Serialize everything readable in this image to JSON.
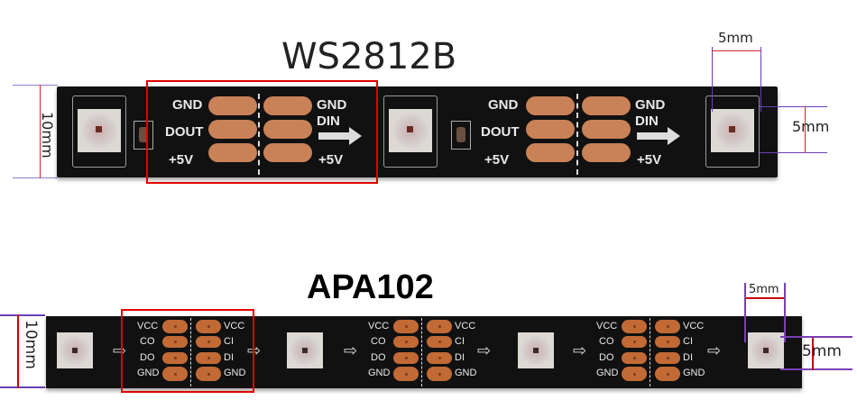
{
  "ws2812b": {
    "title": "WS2812B",
    "width_label": "10mm",
    "led_size_label_h": "5mm",
    "led_size_label_v": "5mm",
    "pads_left": [
      "GND",
      "DOUT",
      "+5V"
    ],
    "pads_right": [
      "GND",
      "DIN",
      "+5V"
    ],
    "highlight_color": "#e00000"
  },
  "apa102": {
    "title": "APA102",
    "width_label": "10mm",
    "led_size_label_h": "5mm",
    "led_size_label_v": "5mm",
    "pads_left": [
      "VCC",
      "CO",
      "DO",
      "GND"
    ],
    "pads_right": [
      "VCC",
      "CI",
      "DI",
      "GND"
    ],
    "arrow": "⇨",
    "highlight_color": "#e00000"
  },
  "colors": {
    "strip": "#111111",
    "pad_ws": "#c98158",
    "pad_apa": "#c26a35",
    "dim_line_purple": "#6a3fb5",
    "dim_line_red": "#d12a2a"
  }
}
